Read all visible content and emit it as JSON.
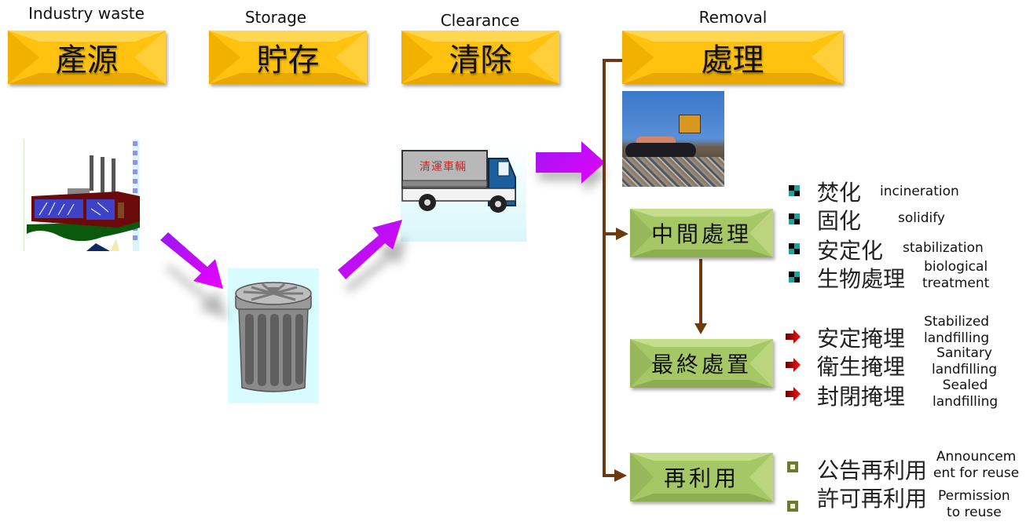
{
  "stages": [
    {
      "id": "source",
      "label_en": "Industry waste",
      "label_zh": "產源"
    },
    {
      "id": "storage",
      "label_en": "Storage",
      "label_zh": "貯存"
    },
    {
      "id": "clearance",
      "label_en": "Clearance",
      "label_zh": "清除"
    },
    {
      "id": "removal",
      "label_en": "Removal",
      "label_zh": "處理"
    }
  ],
  "truck_text": "清運車輛",
  "branches": {
    "intermediate": {
      "label_zh": "中間處理",
      "items": [
        {
          "zh": "焚化",
          "en": "incineration"
        },
        {
          "zh": "固化",
          "en": "solidify"
        },
        {
          "zh": "安定化",
          "en": "stabilization"
        },
        {
          "zh": "生物處理",
          "en": "biological treatment"
        }
      ]
    },
    "final": {
      "label_zh": "最終處置",
      "items": [
        {
          "zh": "安定掩埋",
          "en": "Stabilized landfilling"
        },
        {
          "zh": "衛生掩埋",
          "en": "Sanitary landfilling"
        },
        {
          "zh": "封閉掩埋",
          "en": "Sealed landfilling"
        }
      ]
    },
    "reuse": {
      "label_zh": "再利用",
      "items": [
        {
          "zh": "公告再利用",
          "en": "Announcement for reuse"
        },
        {
          "zh": "許可再利用",
          "en": "Permission to reuse"
        }
      ]
    }
  },
  "en_lines": {
    "bio_1": "biological",
    "bio_2": "treatment",
    "stab_1": "Stabilized",
    "stab_2": "landfilling",
    "san_1": "Sanitary",
    "san_2": "landfilling",
    "seal_1": "Sealed",
    "seal_2": "landfilling",
    "ann_1": "Announcem",
    "ann_2": "ent for reuse",
    "perm_1": "Permission",
    "perm_2": "to reuse"
  },
  "colors": {
    "gold": "#FFC20E",
    "green": "#A6C766",
    "flow_arrow": "#CC00FF",
    "connector": "#6B3A10",
    "final_bullet": "#E00000"
  }
}
